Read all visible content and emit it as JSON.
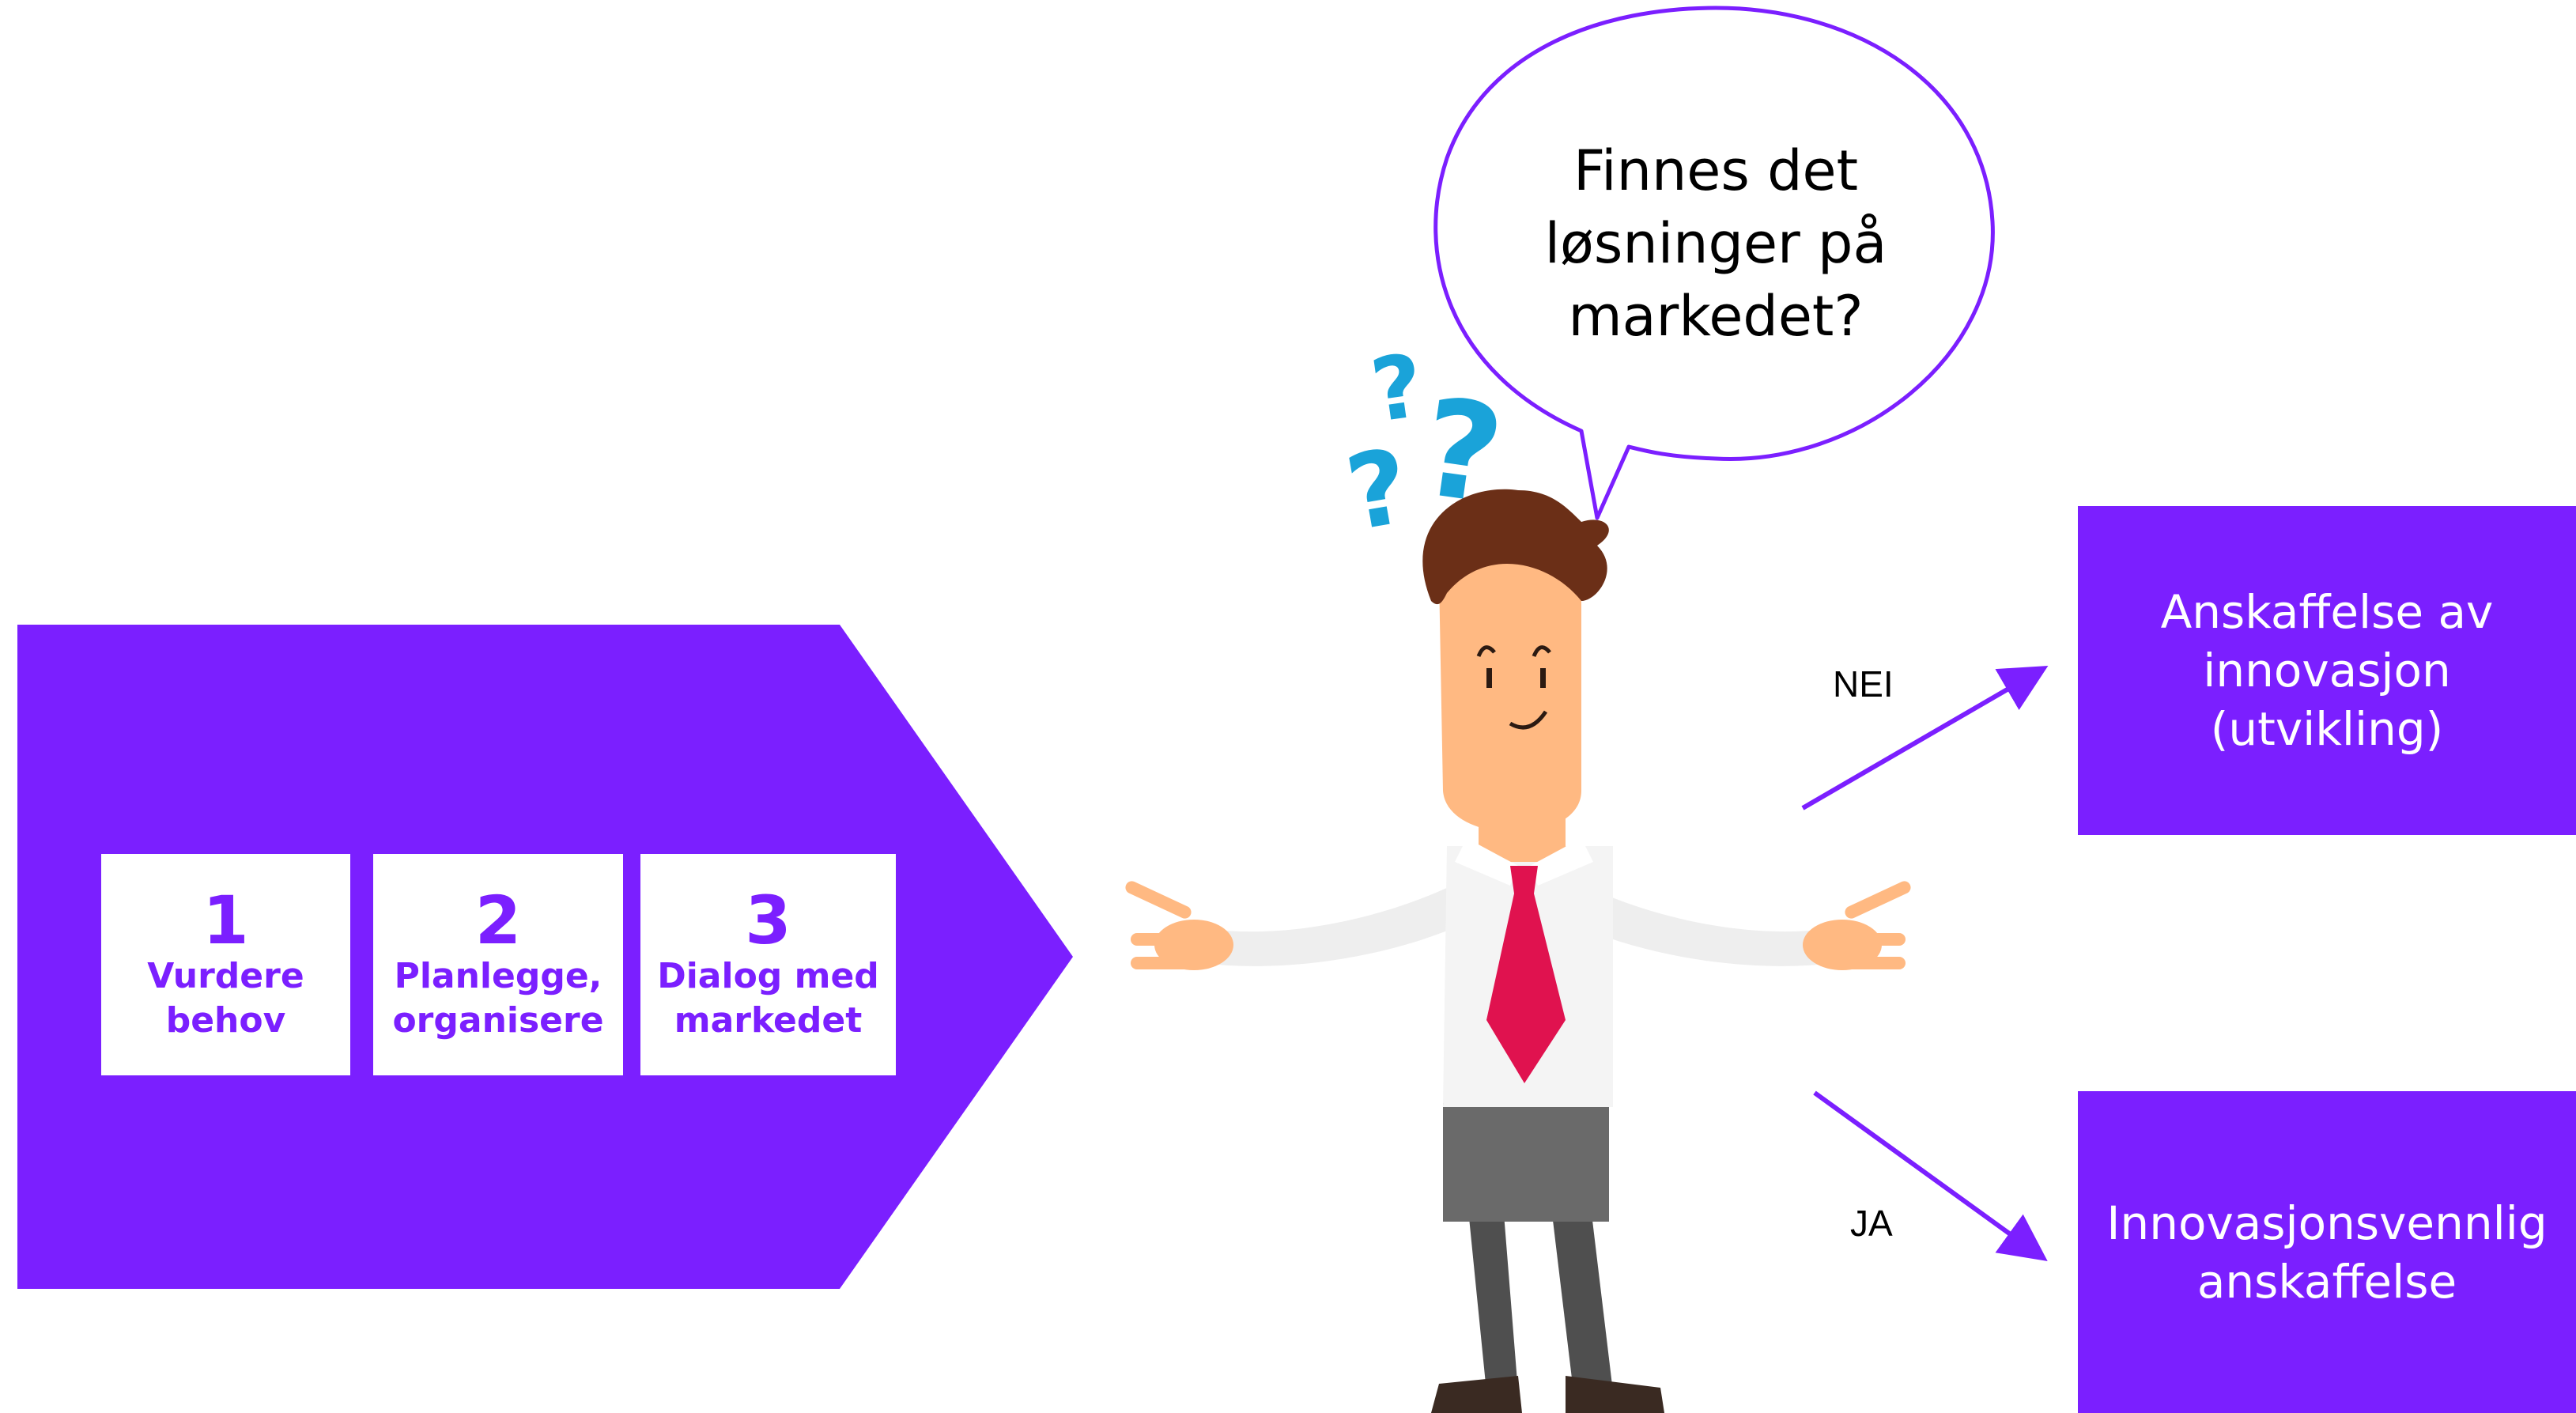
{
  "colors": {
    "purple": "#7b1fff",
    "white": "#ffffff",
    "question_mark_blue": "#1aa3d9",
    "tie_red": "#e0124f"
  },
  "steps": [
    {
      "number": "1",
      "label": "Vurdere behov"
    },
    {
      "number": "2",
      "label": "Planlegge, organisere"
    },
    {
      "number": "3",
      "label": "Dialog med markedet"
    }
  ],
  "bubble": {
    "line1": "Finnes det",
    "line2": "løsninger på",
    "line3": "markedet?"
  },
  "choices": {
    "no": {
      "label": "NEI",
      "result_line1": "Anskaffelse av",
      "result_line2": "innovasjon",
      "result_line3": "(utvikling)"
    },
    "yes": {
      "label": "JA",
      "result_line1": "Innovasjonsvennlig",
      "result_line2": "anskaffelse"
    }
  },
  "icons": [
    "question-mark-icon",
    "arrow-icon",
    "person-illustration"
  ]
}
